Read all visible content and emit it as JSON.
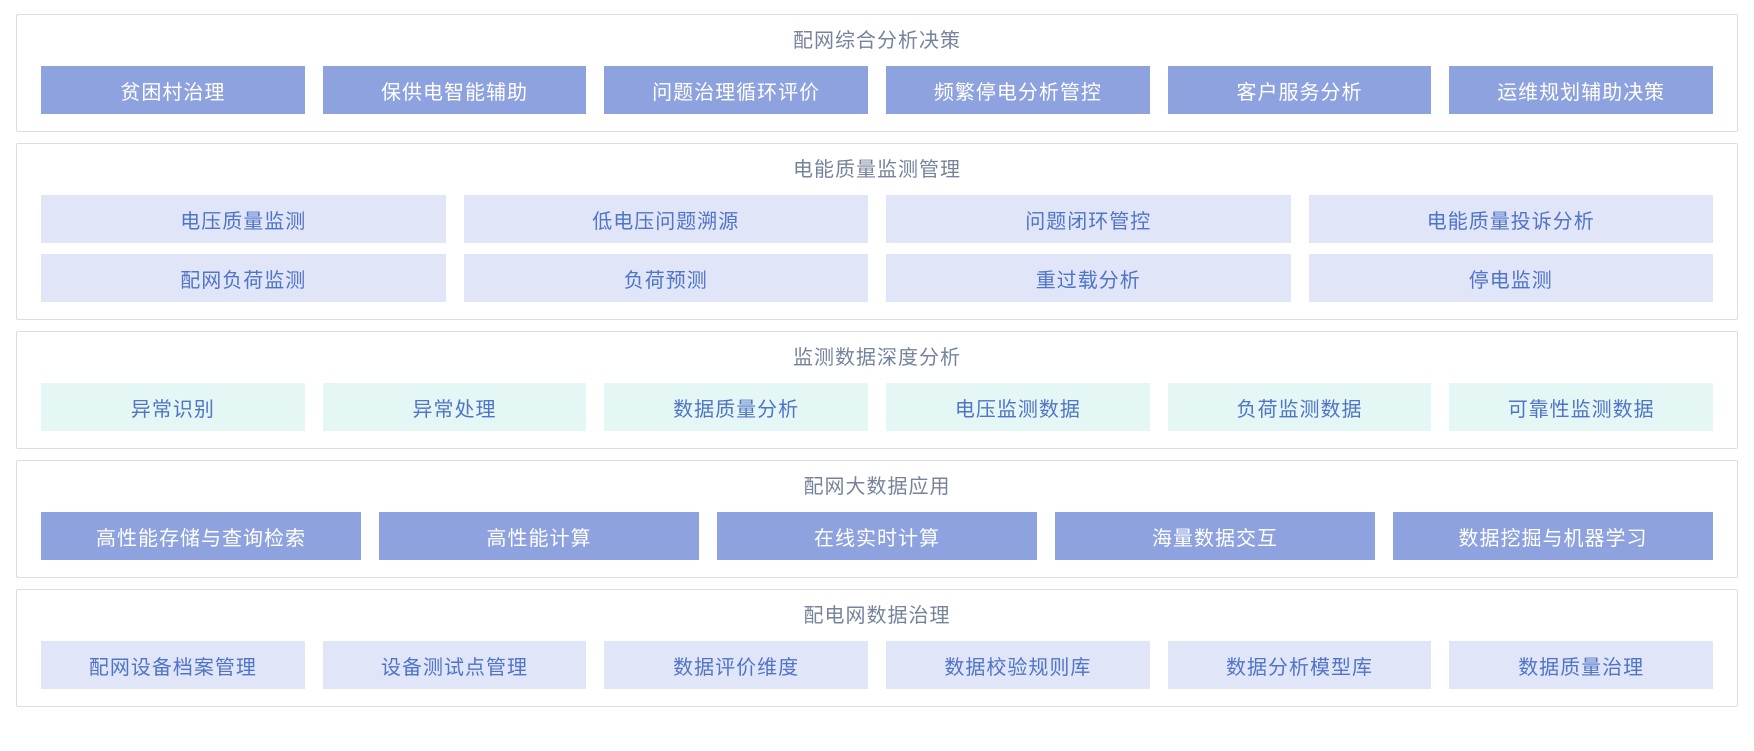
{
  "colors": {
    "solid_tile_bg": "#8da2de",
    "solid_tile_text": "#ffffff",
    "lavender_tile_bg": "#e1e5f8",
    "mint_tile_bg": "#e4f7f4",
    "light_tile_text": "#4f74c8",
    "panel_border": "#d9dde6",
    "title_color": "#76839b"
  },
  "panels": [
    {
      "id": "distribution-comprehensive-analysis",
      "title": "配网综合分析决策",
      "variant": "solid",
      "rows": [
        [
          "贫困村治理",
          "保供电智能辅助",
          "问题治理循环评价",
          "频繁停电分析管控",
          "客户服务分析",
          "运维规划辅助决策"
        ]
      ]
    },
    {
      "id": "power-quality-monitoring",
      "title": "电能质量监测管理",
      "variant": "lavender",
      "rows": [
        [
          "电压质量监测",
          "低电压问题溯源",
          "问题闭环管控",
          "电能质量投诉分析"
        ],
        [
          "配网负荷监测",
          "负荷预测",
          "重过载分析",
          "停电监测"
        ]
      ]
    },
    {
      "id": "monitoring-data-deep-analysis",
      "title": "监测数据深度分析",
      "variant": "mint",
      "rows": [
        [
          "异常识别",
          "异常处理",
          "数据质量分析",
          "电压监测数据",
          "负荷监测数据",
          "可靠性监测数据"
        ]
      ]
    },
    {
      "id": "distribution-big-data-application",
      "title": "配网大数据应用",
      "variant": "solid",
      "rows": [
        [
          "高性能存储与查询检索",
          "高性能计算",
          "在线实时计算",
          "海量数据交互",
          "数据挖掘与机器学习"
        ]
      ]
    },
    {
      "id": "distribution-network-data-governance",
      "title": "配电网数据治理",
      "variant": "lavender",
      "rows": [
        [
          "配网设备档案管理",
          "设备测试点管理",
          "数据评价维度",
          "数据校验规则库",
          "数据分析模型库",
          "数据质量治理"
        ]
      ]
    }
  ]
}
